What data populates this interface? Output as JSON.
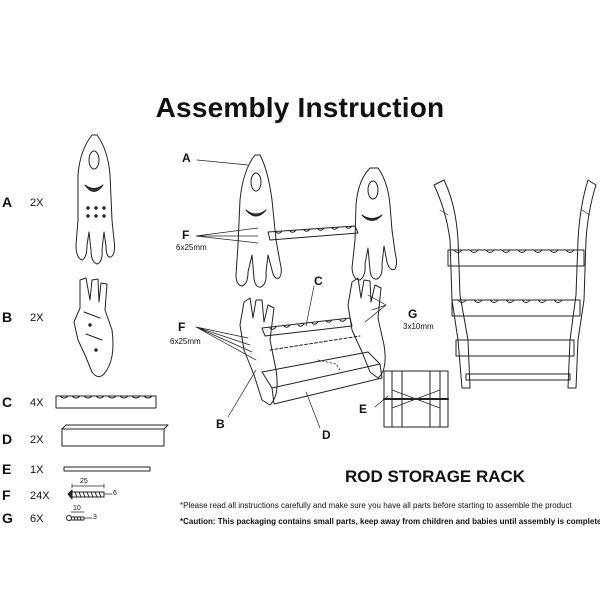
{
  "title": "Assembly Instruction",
  "parts": [
    {
      "letter": "A",
      "qty": "2X"
    },
    {
      "letter": "B",
      "qty": "2X"
    },
    {
      "letter": "C",
      "qty": "4X"
    },
    {
      "letter": "D",
      "qty": "2X"
    },
    {
      "letter": "E",
      "qty": "1X"
    },
    {
      "letter": "F",
      "qty": "24X",
      "dim_length": "25",
      "dim_diameter": "6"
    },
    {
      "letter": "G",
      "qty": "6X",
      "dim_length": "10",
      "dim_diameter": "3"
    }
  ],
  "callouts": {
    "a": "A",
    "f1": "F",
    "f1_size": "6x25mm",
    "c": "C",
    "g": "G",
    "g_size": "3x10mm",
    "f2": "F",
    "f2_size": "6x25mm",
    "b": "B",
    "d": "D",
    "e": "E"
  },
  "product_name": "ROD STORAGE RACK",
  "notes": [
    "*Please read all instructions carefully and make sure you have all parts before starting to assemble the product",
    "*Caution: This packaging contains small parts, keep away from children and babies until assembly is completed."
  ]
}
